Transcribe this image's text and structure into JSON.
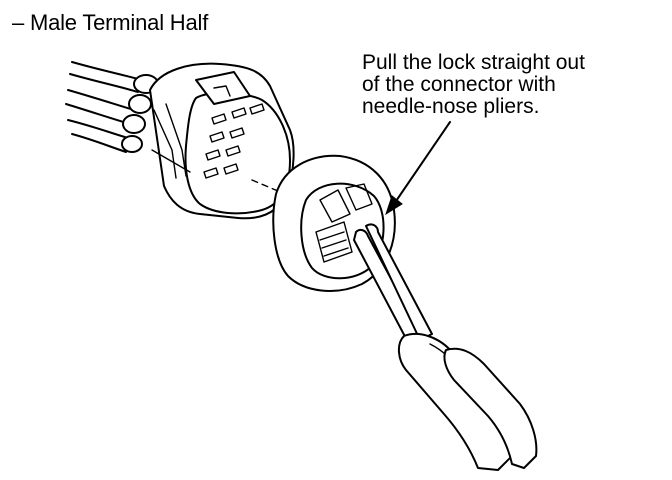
{
  "header": {
    "title": "– Male Terminal Half"
  },
  "callout": {
    "lines": [
      "Pull the lock straight out",
      "of the connector with",
      "needle-nose pliers."
    ]
  }
}
